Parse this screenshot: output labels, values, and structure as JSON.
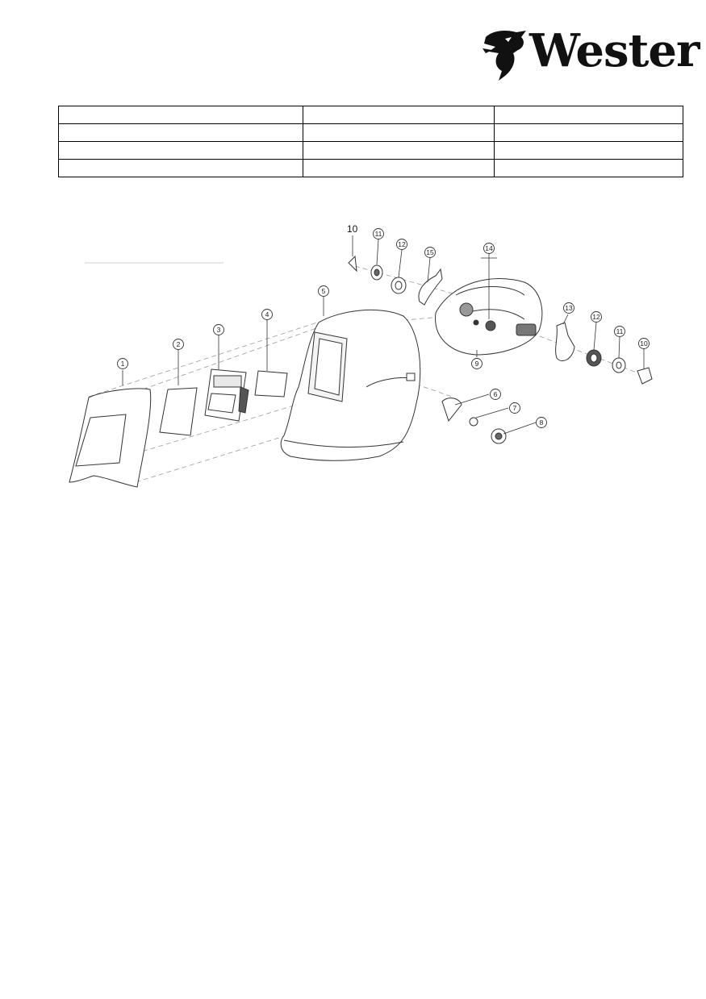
{
  "brand": {
    "name": "Wester"
  },
  "spec_table": {
    "rows": [
      [
        "",
        "",
        ""
      ],
      [
        "",
        "",
        ""
      ],
      [
        "",
        "",
        ""
      ],
      [
        "",
        "",
        ""
      ]
    ]
  },
  "diagram": {
    "callouts": [
      "1",
      "2",
      "3",
      "4",
      "5",
      "6",
      "7",
      "8",
      "9",
      "10",
      "11",
      "12",
      "13",
      "14",
      "15"
    ],
    "label_10_left": "10",
    "colors": {
      "line": "#333333",
      "dash": "#9a9a9a"
    }
  }
}
